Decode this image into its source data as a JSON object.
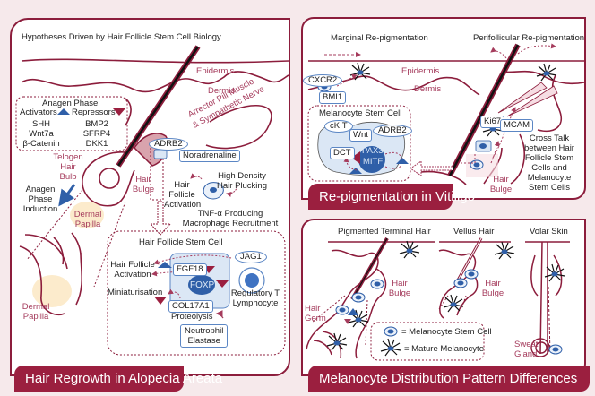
{
  "colors": {
    "background": "#f6e9eb",
    "accent": "#9b1f3f",
    "blue": "#2f5fa8",
    "light_blue": "#dbe7f5",
    "label_red": "#a53b5c"
  },
  "panels": {
    "alopecia": {
      "banner": "Hair Regrowth in Alopecia Areata",
      "heading": "Hypotheses Driven by Hair Follicle Stem Cell Biology",
      "epidermis": "Epidermis",
      "dermis": "Dermis",
      "anagen_box": {
        "title": "Anagen Phase",
        "activators_label": "Activators",
        "repressors_label": "Repressors",
        "activators": [
          "SHH",
          "Wnt7a",
          "β-Catenin"
        ],
        "repressors": [
          "BMP2",
          "SFRP4",
          "DKK1"
        ]
      },
      "arrector_line1": "Arrector Pili Muscle",
      "arrector_line2": "& Sympathetic Nerve",
      "adrb2": "ADRB2",
      "noradrenaline": "Noradrenaline",
      "telogen": [
        "Telogen",
        "Hair",
        "Bulb"
      ],
      "hair_bulge": [
        "Hair",
        "Bulge"
      ],
      "anagen_induction": [
        "Anagen",
        "Phase",
        "Induction"
      ],
      "dermal_papilla_1": [
        "Dermal",
        "Papilla"
      ],
      "dermal_papilla_2": [
        "Dermal",
        "Papilla"
      ],
      "high_density": [
        "High Density",
        "Hair Plucking"
      ],
      "hf_activation_top": [
        "Hair",
        "Follicle",
        "Activation"
      ],
      "tnf": [
        "TNF-α Producing",
        "Macrophage Recruitment"
      ],
      "stem_cell_box": {
        "title": "Hair Follicle Stem Cell",
        "hf_activation": [
          "Hair Follicle",
          "Activation"
        ],
        "fgf18": "FGF18",
        "foxp1": "FOXP1",
        "jag1": "JAG1",
        "regulatory_t": [
          "Regulatory T",
          "Lymphocyte"
        ],
        "miniaturisation": "Miniaturisation",
        "col17a1": "COL17A1",
        "proteolysis": "Proteolysis",
        "neutrophil": [
          "Neutrophil",
          "Elastase"
        ]
      }
    },
    "vitiligo": {
      "banner": "Re-pigmentation in Vitiligo",
      "marginal": "Marginal Re-pigmentation",
      "perifollicular": "Perifollicular Re-pigmentation",
      "epidermis": "Epidermis",
      "dermis": "Dermis",
      "cxcr2": "CXCR2",
      "bmi1": "BMI1",
      "msc_box": {
        "title": "Melanocyte Stem Cell",
        "ckit": "cKIT",
        "wnt": "Wnt",
        "adrb2": "ADRB2",
        "dct": "DCT",
        "pax3": "PAX3",
        "mitf": "MITF"
      },
      "ki67": "Ki67",
      "mcam": "MCAM",
      "hair_bulge": [
        "Hair",
        "Bulge"
      ],
      "cross_talk": [
        "Cross Talk",
        "between Hair",
        "Follicle Stem",
        "Cells and",
        "Melanocyte",
        "Stem Cells"
      ]
    },
    "distribution": {
      "banner": "Melanocyte Distribution Pattern Differences",
      "terminal": "Pigmented Terminal Hair",
      "vellus": "Vellus Hair",
      "volar": "Volar Skin",
      "hair_bulge_1": [
        "Hair",
        "Bulge"
      ],
      "hair_bulge_2": [
        "Hair",
        "Bulge"
      ],
      "hair_germ": [
        "Hair",
        "Germ"
      ],
      "sweat_gland": [
        "Sweat",
        "Gland"
      ],
      "legend": [
        {
          "icon": "melanocyte-stem-cell-icon",
          "label": "= Melanocyte Stem Cell"
        },
        {
          "icon": "mature-melanocyte-icon",
          "label": "= Mature Melanocyte"
        }
      ]
    }
  }
}
